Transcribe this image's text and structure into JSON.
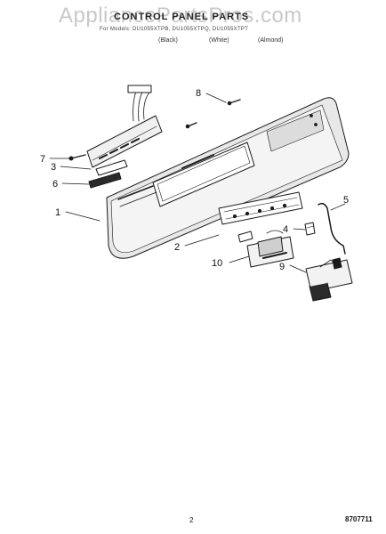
{
  "header": {
    "watermark": "AppliancePartsPros.com",
    "title": "CONTROL PANEL PARTS",
    "models": "For Models: DU1055XTPB, DU1055XTPQ, DU1055XTPT",
    "variants": [
      "(Black)",
      "(White)",
      "(Almond)"
    ]
  },
  "callouts": [
    "1",
    "2",
    "3",
    "4",
    "5",
    "6",
    "7",
    "8",
    "9",
    "10"
  ],
  "footer": {
    "page_number": "2",
    "doc_code": "8707711"
  }
}
